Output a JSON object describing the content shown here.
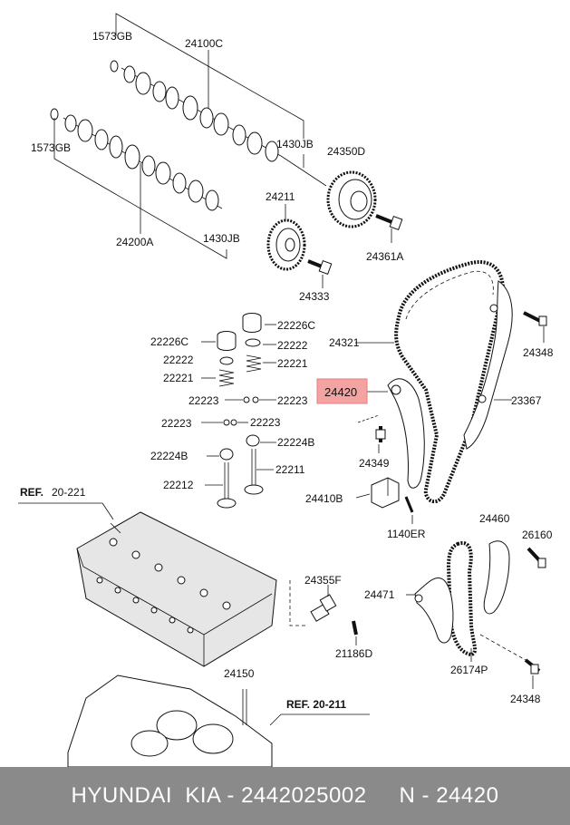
{
  "labels": {
    "p1573GB_top": "1573GB",
    "p24100C": "24100C",
    "p1430JB_top": "1430JB",
    "p24350D": "24350D",
    "p1573GB_bot": "1573GB",
    "p24200A": "24200A",
    "p1430JB_bot": "1430JB",
    "p24211": "24211",
    "p24361A": "24361A",
    "p24333": "24333",
    "p24321": "24321",
    "p24348_top": "24348",
    "p22226C_r": "22226C",
    "p22226C_l": "22226C",
    "p22222_r": "22222",
    "p22222_l": "22222",
    "p22221_l": "22221",
    "p22221_r": "22221",
    "p24420": "24420",
    "p23367": "23367",
    "p22223_a": "22223",
    "p22223_b": "22223",
    "p22223_c": "22223",
    "p22223_d": "22223",
    "p22224B_r": "22224B",
    "p22224B_l": "22224B",
    "p24349": "24349",
    "p22212": "22212",
    "p22211": "22211",
    "ref_20221_bold": "REF.",
    "ref_20221_num": "20-221",
    "p24410B": "24410B",
    "p1140ER": "1140ER",
    "p24460": "24460",
    "p26160": "26160",
    "p24355F": "24355F",
    "p24471": "24471",
    "p21186D": "21186D",
    "p26174P": "26174P",
    "p24150": "24150",
    "ref_20211": "REF. 20-211",
    "p24348_bot": "24348"
  },
  "footer": {
    "brand": "HYUNDAI  KIA - 2442025002",
    "number": "N - 24420"
  },
  "colors": {
    "highlight": "#f4a3a3",
    "footer_bg": "#8a8a8a"
  }
}
